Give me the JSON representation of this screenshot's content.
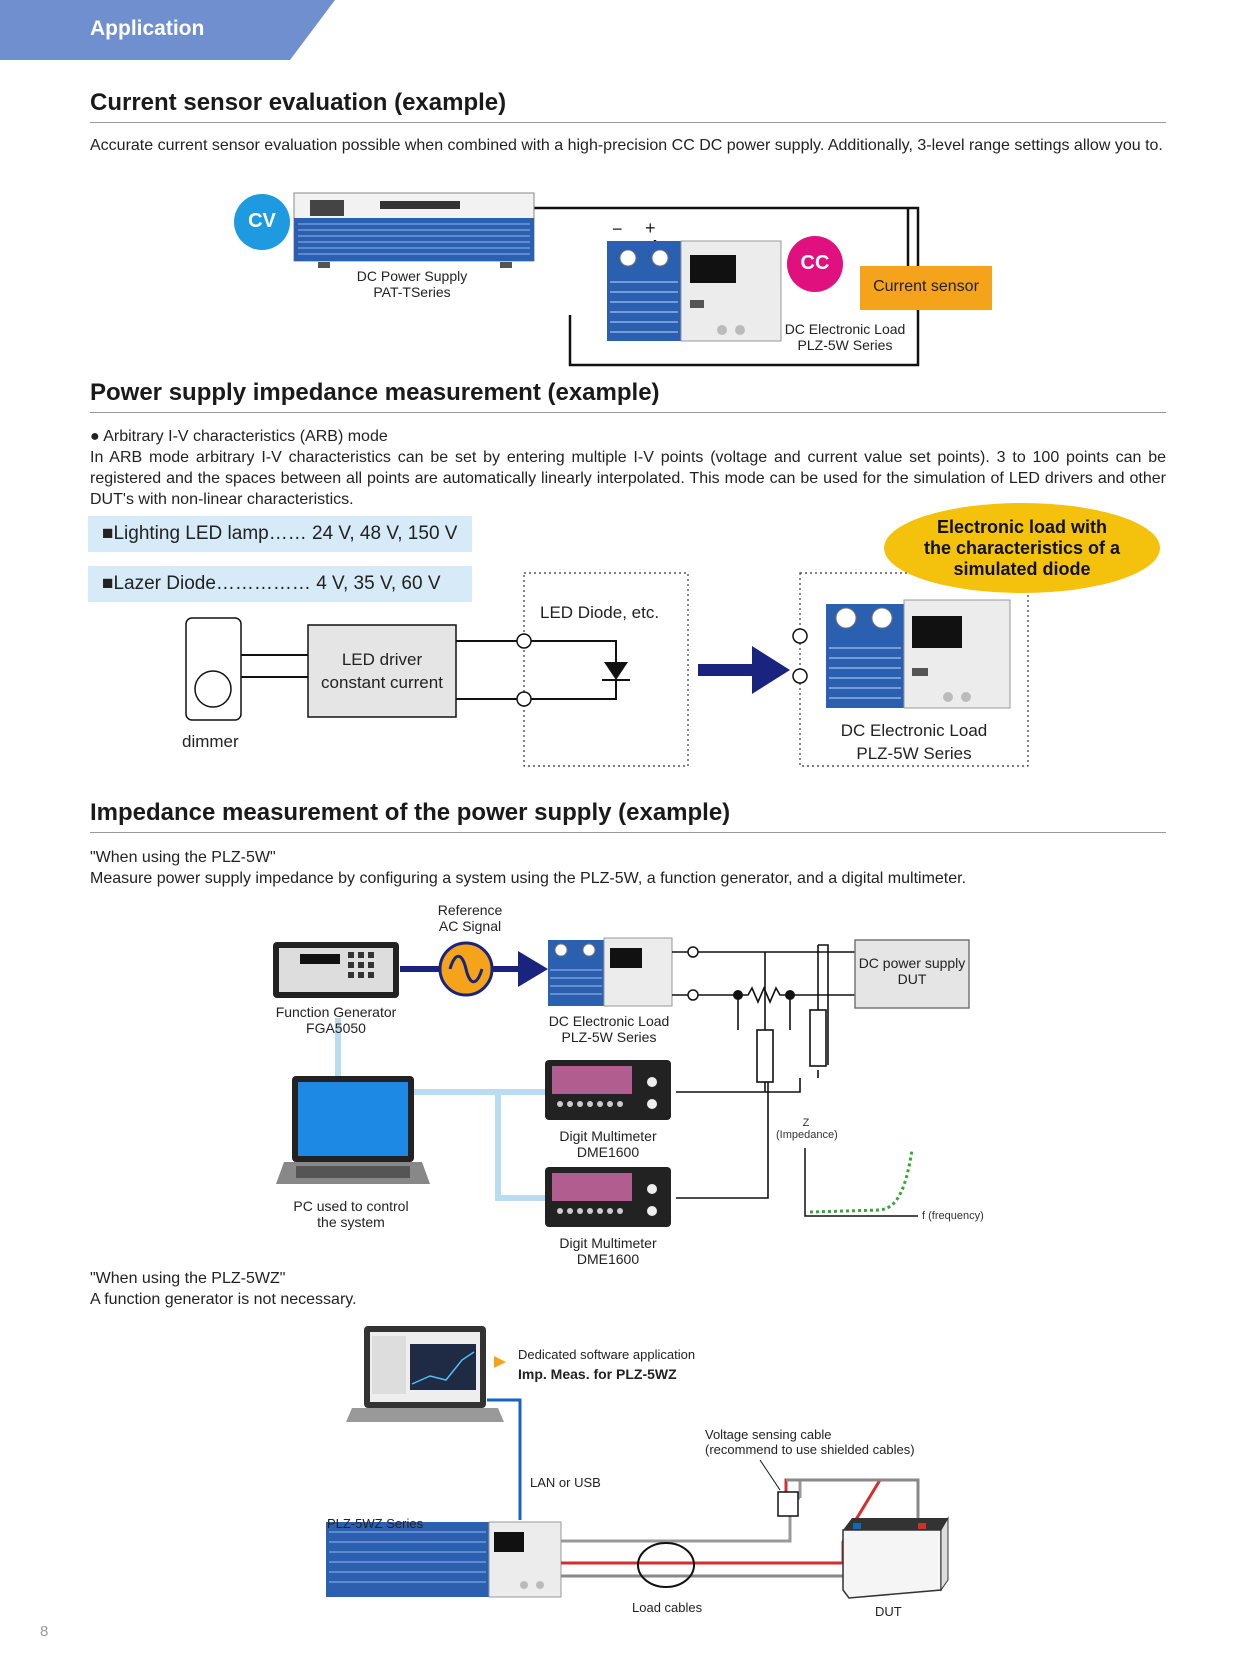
{
  "header": {
    "tab_label": "Application",
    "page_number": "8"
  },
  "section1": {
    "title": "Current sensor evaluation (example)",
    "description": "Accurate current sensor evaluation possible when combined with a high-precision CC DC power supply. Additionally, 3-level range settings allow you to.",
    "cv_badge": "CV",
    "cc_badge": "CC",
    "minus": "−",
    "plus": "+",
    "power_supply_line1": "DC Power Supply",
    "power_supply_line2": "PAT-TSeries",
    "current_sensor": "Current sensor",
    "load_line1": "DC Electronic Load",
    "load_line2": "PLZ-5W Series"
  },
  "section2": {
    "title": "Power supply impedance measurement (example)",
    "mode_heading": "● Arbitrary I-V characteristics (ARB) mode",
    "description": "In ARB mode arbitrary I-V characteristics can be set by entering multiple I-V points (voltage and current value set points). 3 to 100 points can be registered and the spaces between all points are automatically linearly interpolated. This mode can be used for the simulation of LED drivers and other DUT's with non-linear characteristics.",
    "spec1": "■Lighting LED lamp…… 24 V, 48 V, 150 V",
    "spec2": "■Lazer Diode…………… 4 V, 35 V, 60 V",
    "callout_line1": "Electronic load with",
    "callout_line2": "the characteristics of a",
    "callout_line3": "simulated diode",
    "led_driver_line1": "LED driver",
    "led_driver_line2": "constant current",
    "dimmer": "dimmer",
    "led_diode": "LED Diode, etc.",
    "load_line1": "DC Electronic Load",
    "load_line2": "PLZ-5W Series"
  },
  "section3": {
    "title": "Impedance measurement of the power supply (example)",
    "case1_heading": "\"When using the PLZ-5W\"",
    "case1_description": "Measure power supply impedance by configuring a system using the PLZ-5W, a function generator, and a digital multimeter.",
    "ref_signal_line1": "Reference",
    "ref_signal_line2": "AC Signal",
    "fg_line1": "Function Generator",
    "fg_line2": "FGA5050",
    "load_line1": "DC Electronic Load",
    "load_line2": "PLZ-5W Series",
    "dut_line1": "DC power supply",
    "dut_line2": "DUT",
    "dmm_line1": "Digit Multimeter",
    "dmm_line2": "DME1600",
    "pc_line1": "PC used to control",
    "pc_line2": "the system",
    "graph_y": "Z",
    "graph_y_sub": "(Impedance)",
    "graph_x": "f (frequency)",
    "case2_heading": "\"When using the PLZ-5WZ\"",
    "case2_description": "A function generator is not necessary.",
    "software_line1": "Dedicated software application",
    "software_line2": "Imp. Meas. for PLZ-5WZ",
    "lan_usb": "LAN or USB",
    "sense_line1": "Voltage sensing cable",
    "sense_line2": "(recommend to use shielded cables)",
    "plz5wz": "PLZ-5WZ Series",
    "load_cables": "Load cables",
    "dut": "DUT"
  },
  "colors": {
    "tab_blue": "#6f8fcf",
    "cv_blue": "#1e9be0",
    "cc_magenta": "#e0107f",
    "sensor_orange": "#f5a31a",
    "callout_yellow": "#f4c20d",
    "arrow_navy": "#1a237e",
    "badge_light_blue": "#d6eaf8",
    "device_blue": "#2b5fb0"
  }
}
